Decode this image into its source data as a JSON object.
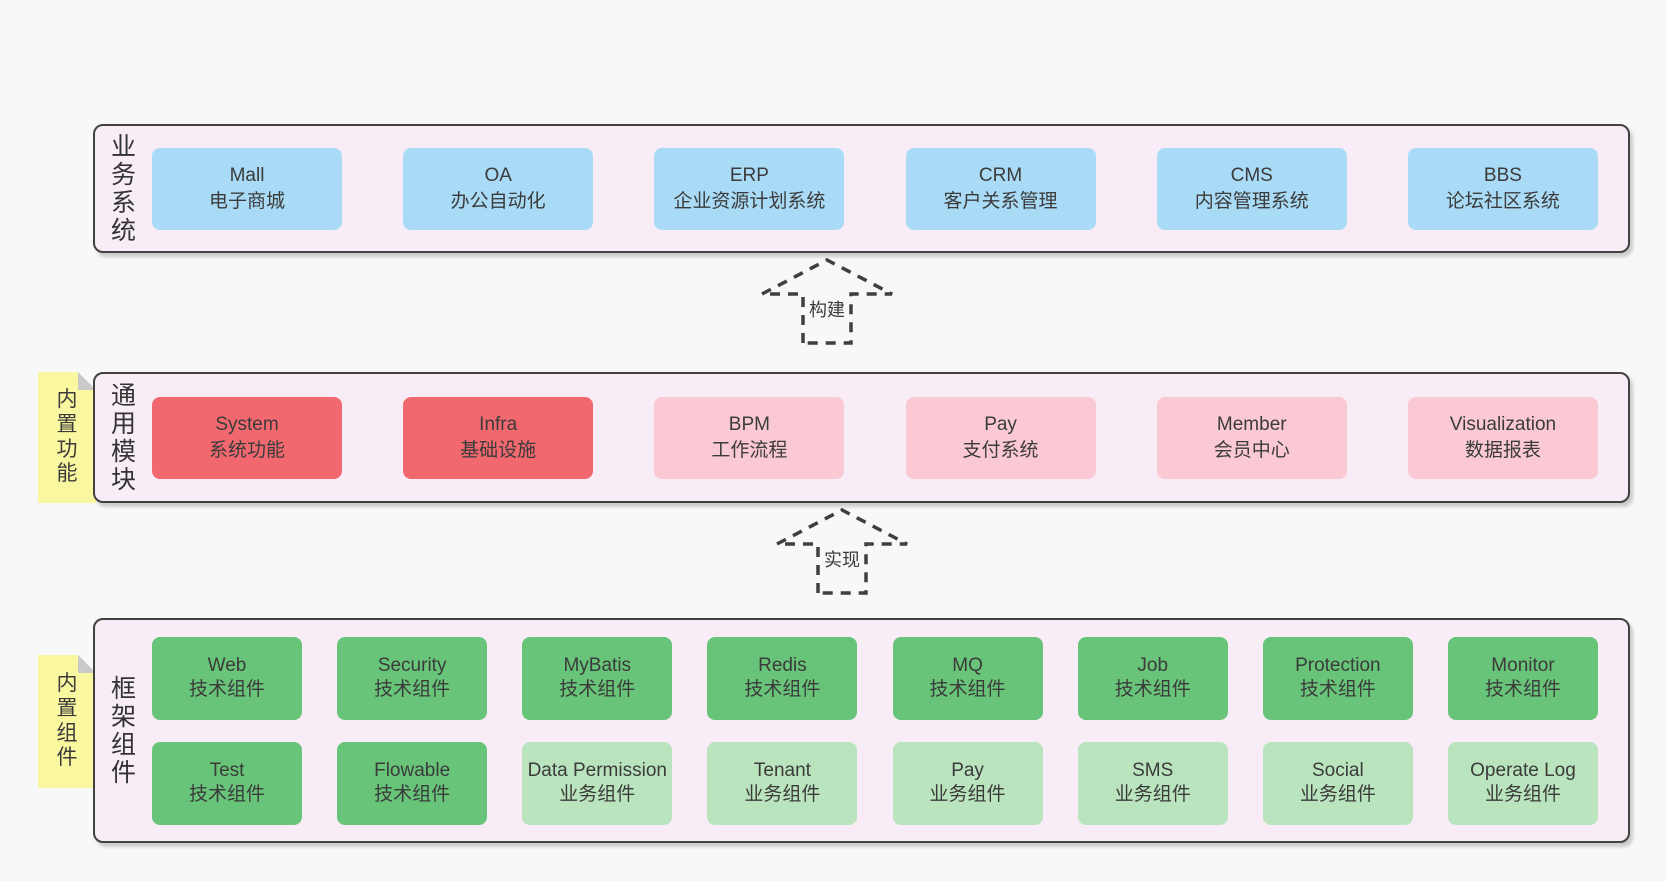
{
  "colors": {
    "page_bg": "#f8f8f8",
    "panel_bg": "#f8edf6",
    "panel_border": "#414141",
    "blue_box": "#a9dbf6",
    "red_box": "#f1696e",
    "pink_box": "#fac9d3",
    "green_box": "#67c478",
    "light_green_box": "#bae4bd",
    "yellow_tab": "#f9f8a0",
    "fold_corner": "#c9c9c9",
    "text": "#3b3b3b",
    "arrow_stroke": "#3f3f3f"
  },
  "arrows": {
    "build": {
      "label": "构建"
    },
    "implement": {
      "label": "实现"
    }
  },
  "sections": {
    "business": {
      "label": "业务系统",
      "boxes": [
        {
          "name": "Mall",
          "sub": "电子商城"
        },
        {
          "name": "OA",
          "sub": "办公自动化"
        },
        {
          "name": "ERP",
          "sub": "企业资源计划系统"
        },
        {
          "name": "CRM",
          "sub": "客户关系管理"
        },
        {
          "name": "CMS",
          "sub": "内容管理系统"
        },
        {
          "name": "BBS",
          "sub": "论坛社区系统"
        }
      ]
    },
    "modules": {
      "label": "通用模块",
      "tab": "内置功能",
      "boxes": [
        {
          "name": "System",
          "sub": "系统功能"
        },
        {
          "name": "Infra",
          "sub": "基础设施"
        },
        {
          "name": "BPM",
          "sub": "工作流程"
        },
        {
          "name": "Pay",
          "sub": "支付系统"
        },
        {
          "name": "Member",
          "sub": "会员中心"
        },
        {
          "name": "Visualization",
          "sub": "数据报表"
        }
      ]
    },
    "framework": {
      "label": "框架组件",
      "tab": "内置组件",
      "row1": [
        {
          "name": "Web",
          "sub": "技术组件"
        },
        {
          "name": "Security",
          "sub": "技术组件"
        },
        {
          "name": "MyBatis",
          "sub": "技术组件"
        },
        {
          "name": "Redis",
          "sub": "技术组件"
        },
        {
          "name": "MQ",
          "sub": "技术组件"
        },
        {
          "name": "Job",
          "sub": "技术组件"
        },
        {
          "name": "Protection",
          "sub": "技术组件"
        },
        {
          "name": "Monitor",
          "sub": "技术组件"
        }
      ],
      "row2": [
        {
          "name": "Test",
          "sub": "技术组件"
        },
        {
          "name": "Flowable",
          "sub": "技术组件"
        },
        {
          "name": "Data Permission",
          "sub": "业务组件"
        },
        {
          "name": "Tenant",
          "sub": "业务组件"
        },
        {
          "name": "Pay",
          "sub": "业务组件"
        },
        {
          "name": "SMS",
          "sub": "业务组件"
        },
        {
          "name": "Social",
          "sub": "业务组件"
        },
        {
          "name": "Operate Log",
          "sub": "业务组件"
        }
      ]
    }
  }
}
